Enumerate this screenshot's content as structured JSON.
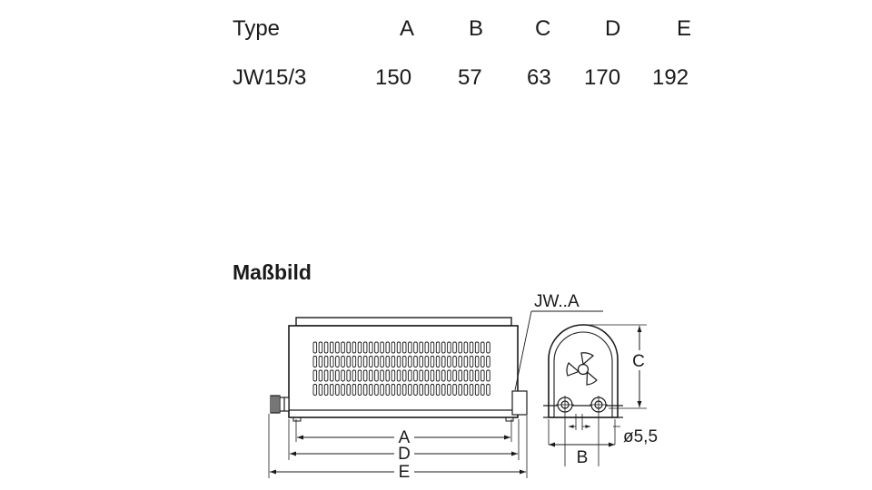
{
  "spec_table": {
    "headers": [
      "Type",
      "A",
      "B",
      "C",
      "D",
      "E"
    ],
    "rows": [
      [
        "JW15/3",
        "150",
        "57",
        "63",
        "170",
        "192"
      ]
    ]
  },
  "drawing": {
    "title": "Maßbild",
    "labels": {
      "front_a": "A",
      "front_d": "D",
      "front_e": "E",
      "side_callout": "JW..A",
      "side_c": "C",
      "side_b": "B",
      "hole": "ø5,5"
    }
  }
}
